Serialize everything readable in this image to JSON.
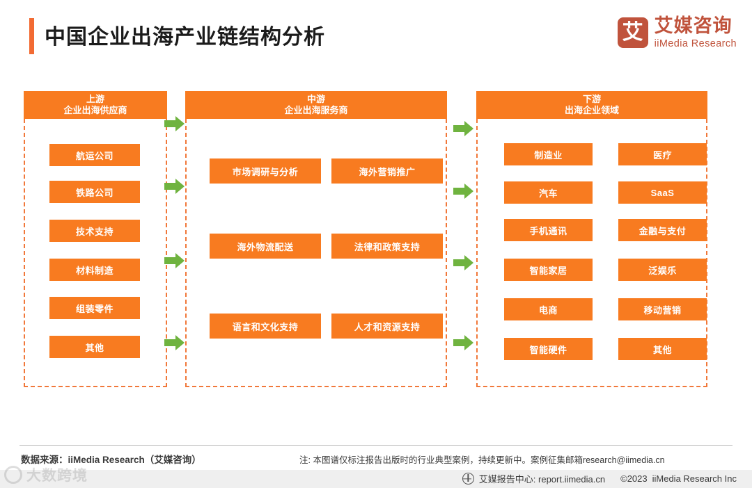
{
  "header": {
    "title": "中国企业出海产业链结构分析",
    "logo": {
      "mark": "艾",
      "cn": "艾媒咨询",
      "en": "iiMedia Research"
    }
  },
  "colors": {
    "orange": "#F87B20",
    "orange_dashed": "#F1783A",
    "green_arrow": "#6FB33F",
    "brand_red": "#C0533C",
    "accent_bar": "#F26B33"
  },
  "columns": [
    {
      "id": "upstream",
      "head_top": "上游",
      "head_sub": "企业出海供应商",
      "items": [
        "航运公司",
        "铁路公司",
        "技术支持",
        "材料制造",
        "组装零件",
        "其他"
      ]
    },
    {
      "id": "midstream",
      "head_top": "中游",
      "head_sub": "企业出海服务商",
      "items": [
        "市场调研与分析",
        "海外营销推广",
        "海外物流配送",
        "法律和政策支持",
        "语言和文化支持",
        "人才和资源支持"
      ]
    },
    {
      "id": "downstream",
      "head_top": "下游",
      "head_sub": "出海企业领域",
      "items": [
        "制造业",
        "医疗",
        "汽车",
        "SaaS",
        "手机通讯",
        "金融与支付",
        "智能家居",
        "泛娱乐",
        "电商",
        "移动营销",
        "智能硬件",
        "其他"
      ]
    }
  ],
  "arrows": {
    "icon": "arrow-right-icon",
    "left_group_count": 4,
    "right_group_count": 4
  },
  "footer": {
    "source": "数据来源：iiMedia Research（艾媒咨询）",
    "note": "注: 本图谱仅标注报告出版时的行业典型案例，持续更新中。案例征集邮箱research@iimedia.cn",
    "report_center": "艾媒报告中心: report.iimedia.cn",
    "copyright": "©2023",
    "company": "iiMedia Research Inc",
    "globe_icon": "globe-icon"
  },
  "watermark": {
    "text": "大数跨境",
    "icon": "ring-icon"
  }
}
